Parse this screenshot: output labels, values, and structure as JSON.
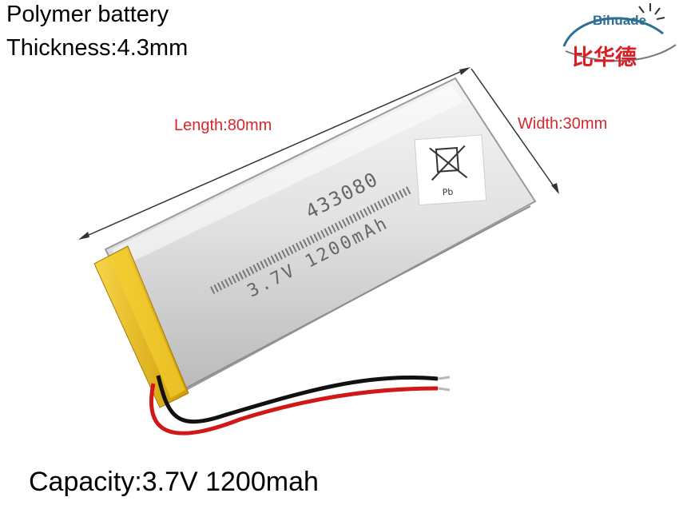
{
  "text": {
    "line1": "Polymer battery",
    "line2": "Thickness:4.3mm",
    "length": "Length:80mm",
    "width": "Width:30mm",
    "capacity": "Capacity:3.7V  1200mah"
  },
  "logo": {
    "brand_en": "Bihuade",
    "brand_cn": "比华德"
  },
  "battery_print": {
    "model": "433080",
    "spec": "3.7V  1200mAh",
    "recycle_mark": "Pb"
  },
  "colors": {
    "label_red": "#d9262c",
    "battery_body": "#dcdcdc",
    "tab_yellow": "#e9b80a",
    "wire_red": "#d01818",
    "wire_black": "#111111"
  }
}
